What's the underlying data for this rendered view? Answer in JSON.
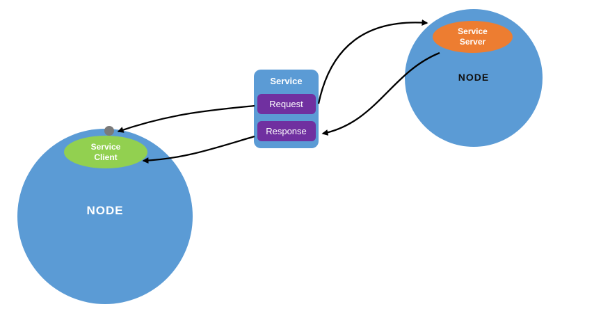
{
  "diagram": {
    "left_node": {
      "label": "NODE"
    },
    "right_node": {
      "label": "NODE"
    },
    "service_client": {
      "line1": "Service",
      "line2": "Client"
    },
    "service_server": {
      "line1": "Service",
      "line2": "Server"
    },
    "service_box": {
      "title": "Service",
      "request_label": "Request",
      "response_label": "Response"
    },
    "colors": {
      "node_blue": "#5b9bd5",
      "client_green": "#92d050",
      "server_orange": "#ed7d31",
      "button_purple": "#7030a0",
      "arrow_black": "#000000",
      "dot_gray": "#7a7a7a"
    }
  }
}
